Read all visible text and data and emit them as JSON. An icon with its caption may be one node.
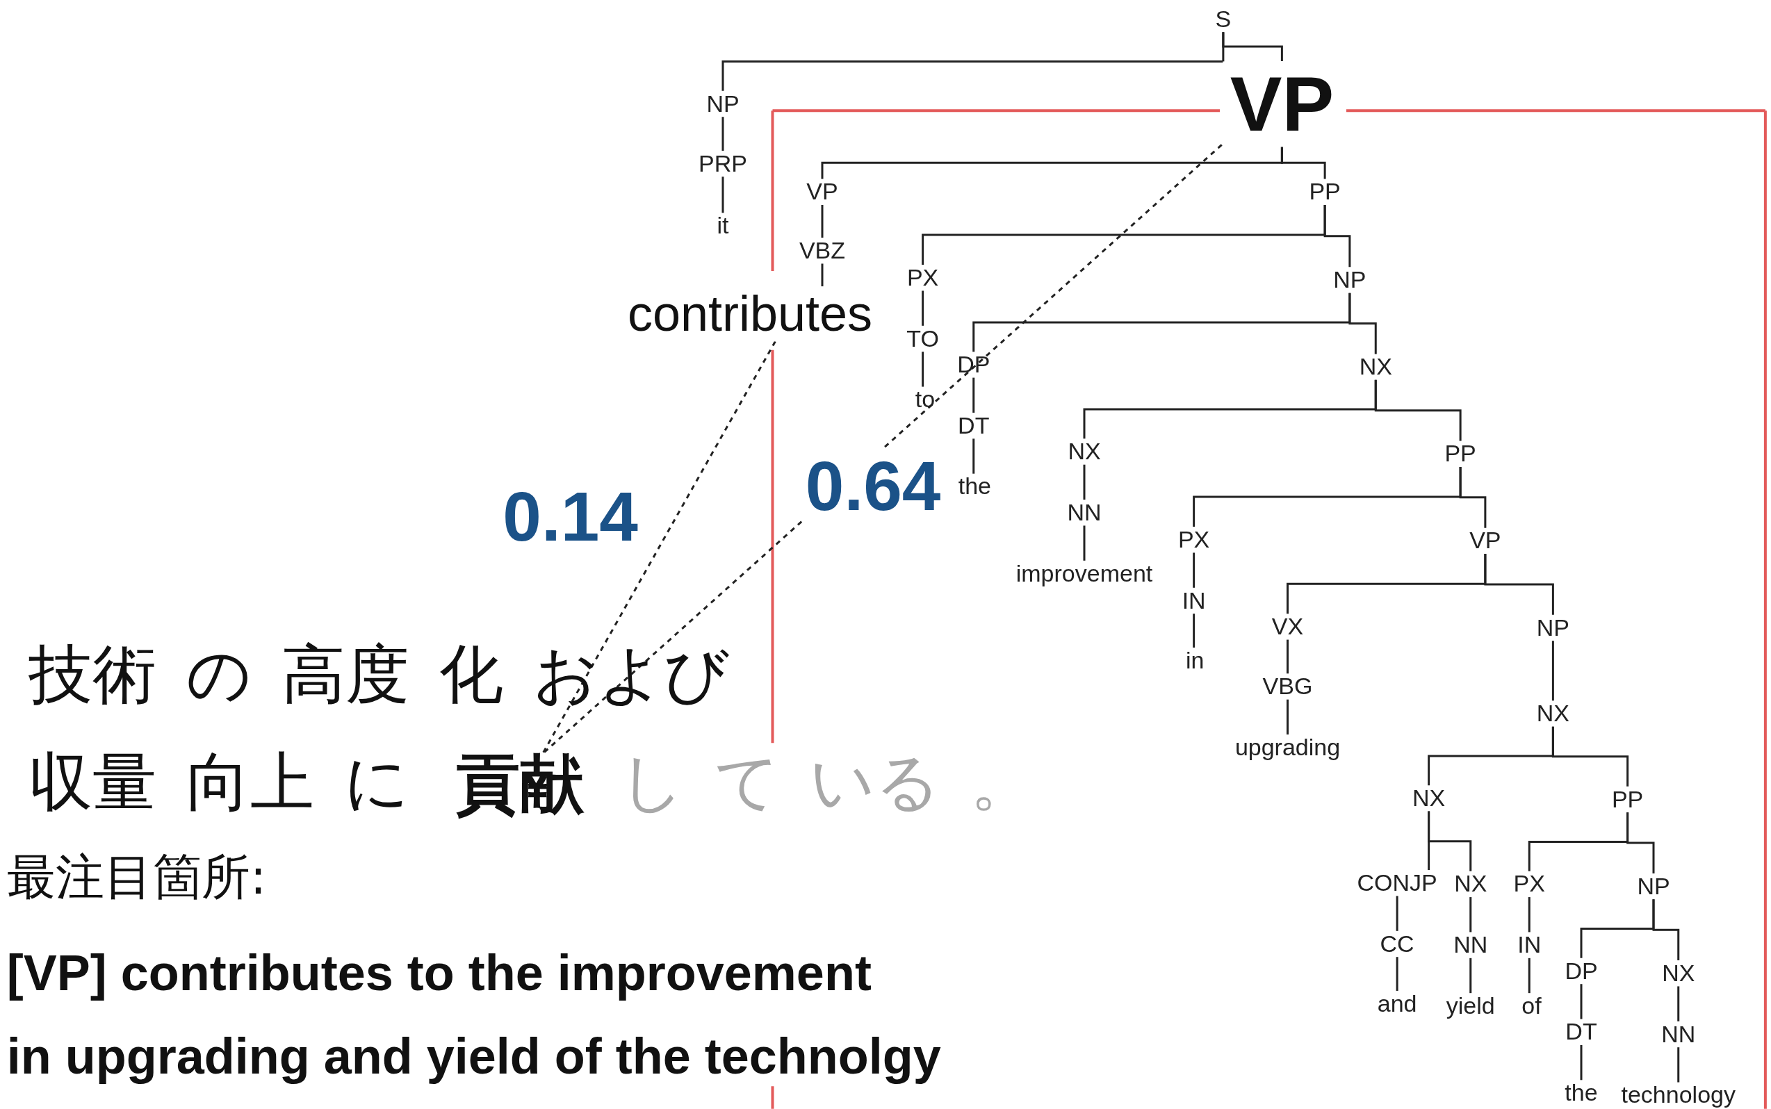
{
  "diagram": {
    "nodes": [
      {
        "text": [
          "S"
        ]
      },
      {
        "text": [
          "NP"
        ]
      },
      {
        "text": [
          "PRP"
        ]
      },
      {
        "text": [
          "it"
        ]
      },
      {
        "text": [
          "VP"
        ]
      },
      {
        "text": [
          "VP"
        ]
      },
      {
        "text": [
          "VBZ"
        ]
      },
      {
        "text": [
          "contributes"
        ]
      },
      {
        "text": [
          "PP"
        ]
      },
      {
        "text": [
          "PX"
        ]
      },
      {
        "text": [
          "TO"
        ]
      },
      {
        "text": [
          "to"
        ]
      },
      {
        "text": [
          "NP"
        ]
      },
      {
        "text": [
          "DP"
        ]
      },
      {
        "text": [
          "DT"
        ]
      },
      {
        "text": [
          "the"
        ]
      },
      {
        "text": [
          "NX"
        ]
      },
      {
        "text": [
          "NX"
        ]
      },
      {
        "text": [
          "NN"
        ]
      },
      {
        "text": [
          "improvement"
        ]
      },
      {
        "text": [
          "PP"
        ]
      },
      {
        "text": [
          "PX"
        ]
      },
      {
        "text": [
          "IN"
        ]
      },
      {
        "text": [
          "in"
        ]
      },
      {
        "text": [
          "VP"
        ]
      },
      {
        "text": [
          "VX"
        ]
      },
      {
        "text": [
          "VBG"
        ]
      },
      {
        "text": [
          "upgrading"
        ]
      },
      {
        "text": [
          "NP"
        ]
      },
      {
        "text": [
          "NX"
        ]
      },
      {
        "text": [
          "NX"
        ]
      },
      {
        "text": [
          "CONJP"
        ]
      },
      {
        "text": [
          "CC"
        ]
      },
      {
        "text": [
          "and"
        ]
      },
      {
        "text": [
          "NX"
        ]
      },
      {
        "text": [
          "NN"
        ]
      },
      {
        "text": [
          "yield"
        ]
      },
      {
        "text": [
          "PP"
        ]
      },
      {
        "text": [
          "PX"
        ]
      },
      {
        "text": [
          "IN"
        ]
      },
      {
        "text": [
          "of"
        ]
      },
      {
        "text": [
          "NP"
        ]
      },
      {
        "text": [
          "DP"
        ]
      },
      {
        "text": [
          "DT"
        ]
      },
      {
        "text": [
          "the"
        ]
      },
      {
        "text": [
          "NX"
        ]
      },
      {
        "text": [
          "NN"
        ]
      },
      {
        "text": [
          "technology"
        ]
      },
      {
        "text": [
          "貢献"
        ]
      }
    ],
    "edges": [
      {
        "from": 0,
        "to": 1,
        "arrow": "none"
      },
      {
        "from": 1,
        "to": 2,
        "arrow": "none"
      },
      {
        "from": 2,
        "to": 3,
        "arrow": "none"
      },
      {
        "from": 0,
        "to": 4,
        "arrow": "none"
      },
      {
        "from": 4,
        "to": 5,
        "arrow": "none"
      },
      {
        "from": 5,
        "to": 6,
        "arrow": "none"
      },
      {
        "from": 6,
        "to": 7,
        "arrow": "none"
      },
      {
        "from": 4,
        "to": 8,
        "arrow": "none"
      },
      {
        "from": 8,
        "to": 9,
        "arrow": "none"
      },
      {
        "from": 9,
        "to": 10,
        "arrow": "none"
      },
      {
        "from": 10,
        "to": 11,
        "arrow": "none"
      },
      {
        "from": 8,
        "to": 12,
        "arrow": "none"
      },
      {
        "from": 12,
        "to": 13,
        "arrow": "none"
      },
      {
        "from": 13,
        "to": 14,
        "arrow": "none"
      },
      {
        "from": 14,
        "to": 15,
        "arrow": "none"
      },
      {
        "from": 12,
        "to": 16,
        "arrow": "none"
      },
      {
        "from": 16,
        "to": 17,
        "arrow": "none"
      },
      {
        "from": 17,
        "to": 18,
        "arrow": "none"
      },
      {
        "from": 18,
        "to": 19,
        "arrow": "none"
      },
      {
        "from": 16,
        "to": 20,
        "arrow": "none"
      },
      {
        "from": 20,
        "to": 21,
        "arrow": "none"
      },
      {
        "from": 21,
        "to": 22,
        "arrow": "none"
      },
      {
        "from": 22,
        "to": 23,
        "arrow": "none"
      },
      {
        "from": 20,
        "to": 24,
        "arrow": "none"
      },
      {
        "from": 24,
        "to": 25,
        "arrow": "none"
      },
      {
        "from": 25,
        "to": 26,
        "arrow": "none"
      },
      {
        "from": 26,
        "to": 27,
        "arrow": "none"
      },
      {
        "from": 24,
        "to": 28,
        "arrow": "none"
      },
      {
        "from": 28,
        "to": 29,
        "arrow": "none"
      },
      {
        "from": 29,
        "to": 30,
        "arrow": "none"
      },
      {
        "from": 30,
        "to": 31,
        "arrow": "none"
      },
      {
        "from": 31,
        "to": 32,
        "arrow": "none"
      },
      {
        "from": 32,
        "to": 33,
        "arrow": "none"
      },
      {
        "from": 30,
        "to": 34,
        "arrow": "none"
      },
      {
        "from": 34,
        "to": 35,
        "arrow": "none"
      },
      {
        "from": 35,
        "to": 36,
        "arrow": "none"
      },
      {
        "from": 29,
        "to": 37,
        "arrow": "none"
      },
      {
        "from": 37,
        "to": 38,
        "arrow": "none"
      },
      {
        "from": 38,
        "to": 39,
        "arrow": "none"
      },
      {
        "from": 39,
        "to": 40,
        "arrow": "none"
      },
      {
        "from": 37,
        "to": 41,
        "arrow": "none"
      },
      {
        "from": 41,
        "to": 42,
        "arrow": "none"
      },
      {
        "from": 42,
        "to": 43,
        "arrow": "none"
      },
      {
        "from": 43,
        "to": 44,
        "arrow": "none"
      },
      {
        "from": 41,
        "to": 45,
        "arrow": "none"
      },
      {
        "from": 45,
        "to": 46,
        "arrow": "none"
      },
      {
        "from": 46,
        "to": 47,
        "arrow": "none"
      },
      {
        "from": 7,
        "to": 48,
        "arrow": "none",
        "style": "dashed",
        "label": "0.14"
      },
      {
        "from": 4,
        "to": 48,
        "arrow": "none",
        "style": "dashed",
        "label": "0.64"
      }
    ],
    "labels": [
      "技術 の 高度 化 および",
      "収量 向上 に",
      "し て いる 。",
      "最注目箇所:",
      "[VP] contributes to the improvement",
      "in upgrading and yield of the technolgy"
    ]
  }
}
